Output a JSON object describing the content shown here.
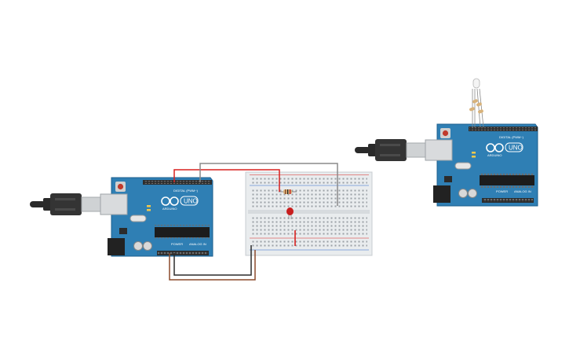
{
  "canvas": {
    "background": "#ffffff"
  },
  "colors": {
    "board": "#2f7fb4",
    "board_edge": "#1d5f8e",
    "breadboard": "#e9ecee",
    "wire_red": "#d8201f",
    "wire_gray": "#8a8a8a",
    "wire_black": "#2b2b2b",
    "wire_brown": "#8b4a2b",
    "led_red": "#c81e1e",
    "usb_cable": "#2a2a2a"
  },
  "board_left": {
    "brand": "ARDUINO",
    "model": "UNO",
    "digital_label": "DIGITAL (PWM~)",
    "power_label": "POWER",
    "analog_label": "ANALOG IN"
  },
  "board_right": {
    "brand": "ARDUINO",
    "model": "UNO",
    "digital_label": "DIGITAL (PWM~)",
    "power_label": "POWER",
    "analog_label": "ANALOG IN"
  },
  "icons": {
    "usb_plug_left": "usb-plug-icon",
    "usb_plug_right": "usb-plug-icon",
    "led": "led-icon",
    "resistor": "resistor-icon"
  }
}
